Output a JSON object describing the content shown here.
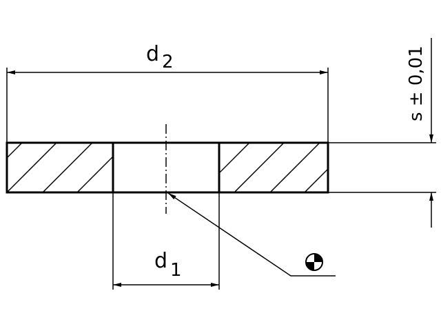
{
  "drawing": {
    "outer_diameter_label": "d",
    "outer_diameter_sub": "2",
    "inner_diameter_label": "d",
    "inner_diameter_sub": "1",
    "thickness_label": "s ± 0,01",
    "center_of_gravity_symbol": "center-of-gravity-icon"
  },
  "colors": {
    "line": "#000000",
    "background": "#ffffff"
  }
}
